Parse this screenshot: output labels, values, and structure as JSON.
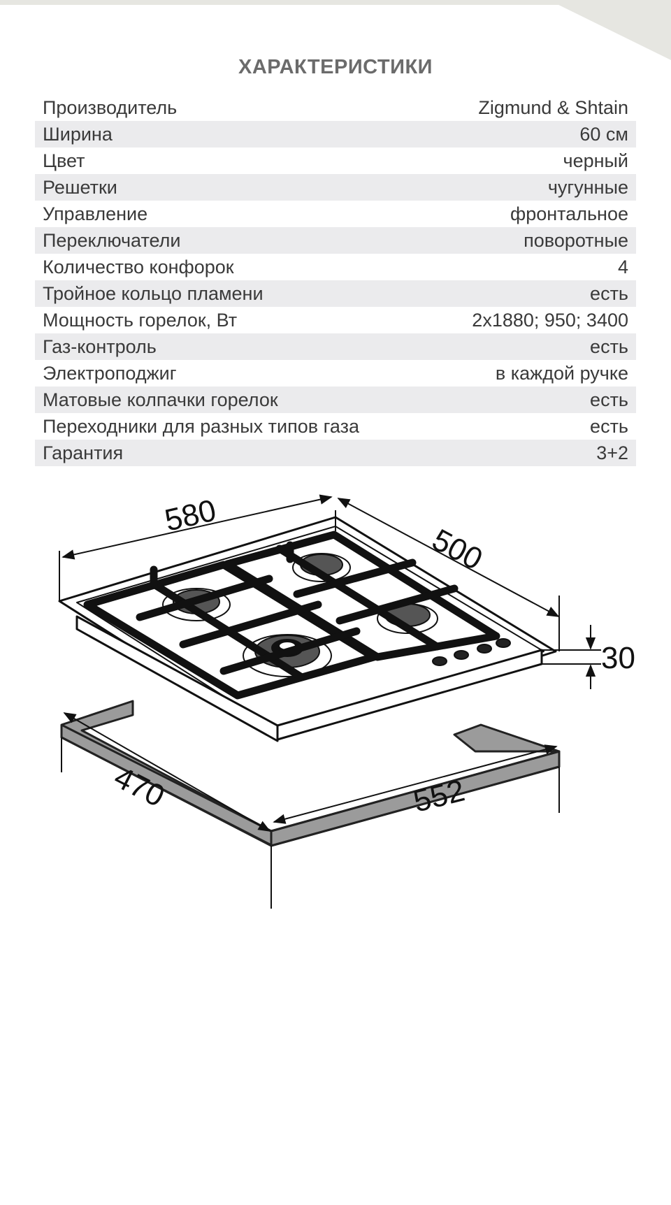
{
  "title": "ХАРАКТЕРИСТИКИ",
  "specs": [
    {
      "label": "Производитель",
      "value": "Zigmund & Shtain"
    },
    {
      "label": "Ширина",
      "value": "60 см"
    },
    {
      "label": "Цвет",
      "value": "черный"
    },
    {
      "label": "Решетки",
      "value": "чугунные"
    },
    {
      "label": "Управление",
      "value": "фронтальное"
    },
    {
      "label": "Переключатели",
      "value": "поворотные"
    },
    {
      "label": "Количество конфорок",
      "value": "4"
    },
    {
      "label": "Тройное кольцо пламени",
      "value": "есть"
    },
    {
      "label": "Мощность горелок, Вт",
      "value": "2x1880; 950; 3400"
    },
    {
      "label": "Газ-контроль",
      "value": "есть"
    },
    {
      "label": "Электроподжиг",
      "value": "в каждой ручке"
    },
    {
      "label": "Матовые колпачки горелок",
      "value": "есть"
    },
    {
      "label": "Переходники для разных типов газа",
      "value": "есть"
    },
    {
      "label": "Гарантия",
      "value": "3+2"
    }
  ],
  "diagram": {
    "dim_width": "580",
    "dim_depth": "500",
    "dim_height": "30",
    "cutout_depth": "470",
    "cutout_width": "552"
  },
  "colors": {
    "row_alt_bg": "#ebebed",
    "title": "#6b6b6b",
    "cutout_frame": "#9b9b9b"
  }
}
